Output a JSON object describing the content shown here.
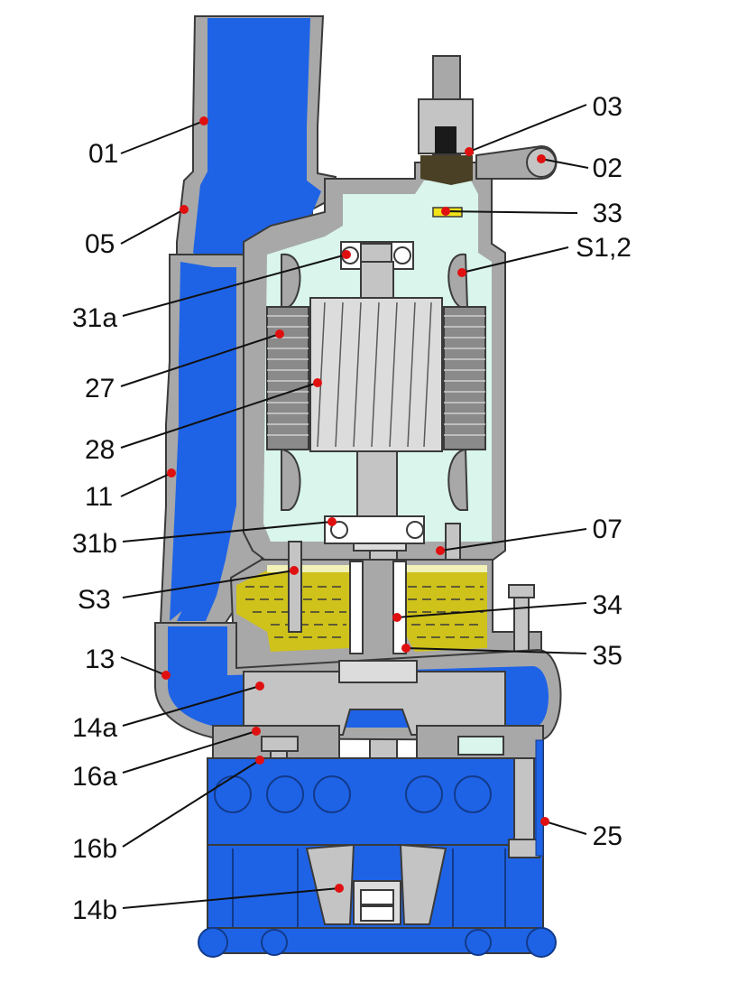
{
  "colors": {
    "water": "#1e63e6",
    "casing": "#a8a8a8",
    "casing_light": "#c4c4c4",
    "motor_fill": "#d9f5ec",
    "oil": "#cfc21a",
    "oil_light": "#f1f1b8",
    "marker": "#e01010",
    "winding": "#8a8a8a",
    "cable": "#4a4025",
    "leader": "#111111"
  },
  "labels": [
    {
      "id": "01",
      "text": "01"
    },
    {
      "id": "05",
      "text": "05"
    },
    {
      "id": "31a",
      "text": "31a"
    },
    {
      "id": "27",
      "text": "27"
    },
    {
      "id": "28",
      "text": "28"
    },
    {
      "id": "11",
      "text": "11"
    },
    {
      "id": "31b",
      "text": "31b"
    },
    {
      "id": "S3",
      "text": "S3"
    },
    {
      "id": "13",
      "text": "13"
    },
    {
      "id": "14a",
      "text": "14a"
    },
    {
      "id": "16a",
      "text": "16a"
    },
    {
      "id": "16b",
      "text": "16b"
    },
    {
      "id": "14b",
      "text": "14b"
    },
    {
      "id": "03",
      "text": "03"
    },
    {
      "id": "02",
      "text": "02"
    },
    {
      "id": "33",
      "text": "33"
    },
    {
      "id": "S12",
      "text": "S1,2"
    },
    {
      "id": "07",
      "text": "07"
    },
    {
      "id": "34",
      "text": "34"
    },
    {
      "id": "35",
      "text": "35"
    },
    {
      "id": "25",
      "text": "25"
    }
  ]
}
